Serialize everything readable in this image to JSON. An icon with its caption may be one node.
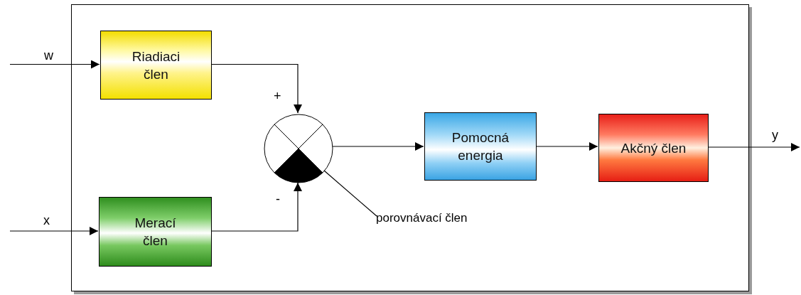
{
  "diagram": {
    "nodes": [
      {
        "text": [],
        "shape": "box"
      },
      {
        "text": [
          "Riadiaci člen"
        ],
        "in": 0
      },
      {
        "text": [
          "Merací člen"
        ],
        "in": 0
      },
      {
        "text": [],
        "shape": "circle",
        "in": 0
      },
      {
        "text": [
          "Pomocná energia"
        ],
        "in": 0
      },
      {
        "text": [
          "Akčný člen"
        ],
        "in": 0
      },
      {
        "text": [
          "porovnávací člen"
        ],
        "in": 0
      }
    ],
    "edges": [
      {
        "from": null,
        "to": 1,
        "arrow": "to",
        "label": "w"
      },
      {
        "from": null,
        "to": 2,
        "arrow": "to",
        "label": "x"
      },
      {
        "from": 1,
        "to": 3,
        "arrow": "to",
        "label": "+"
      },
      {
        "from": 2,
        "to": 3,
        "arrow": "to",
        "label": "-"
      },
      {
        "from": 3,
        "to": 4,
        "arrow": "to"
      },
      {
        "from": 4,
        "to": 5,
        "arrow": "to"
      },
      {
        "from": 5,
        "to": null,
        "arrow": "to",
        "label": "y"
      },
      {
        "from": 6,
        "to": 3,
        "arrow": "none"
      }
    ]
  }
}
